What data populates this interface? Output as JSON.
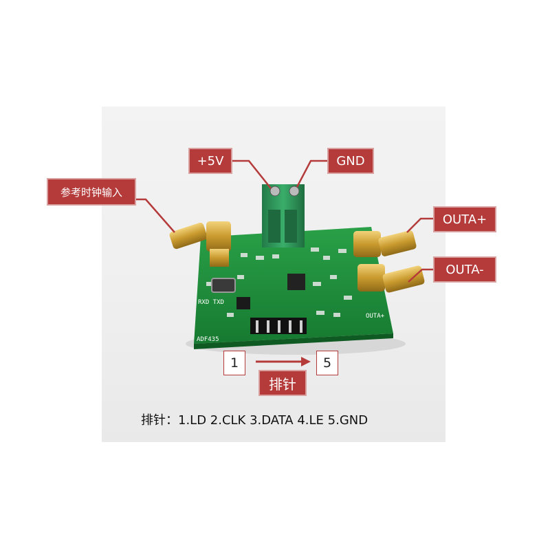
{
  "labels": {
    "power": "+5V",
    "ground": "GND",
    "ref_clock_in": "参考时钟输入",
    "out_a_plus": "OUTA+",
    "out_a_minus": "OUTA-",
    "pin_header": "排针"
  },
  "pin_numbers": {
    "first": "1",
    "last": "5"
  },
  "pinout_caption": "排针：1.LD   2.CLK   3.DATA   4.LE  5.GND",
  "silkscreen": {
    "chip": "ADF435",
    "uart": "RXD TXD",
    "out_label": "OUTA+"
  },
  "colors": {
    "label_fill": "#b53a3a",
    "pcb_green": "#1f8a3a",
    "terminal_green": "#2e9a5a",
    "gold": "#c99a2e"
  }
}
